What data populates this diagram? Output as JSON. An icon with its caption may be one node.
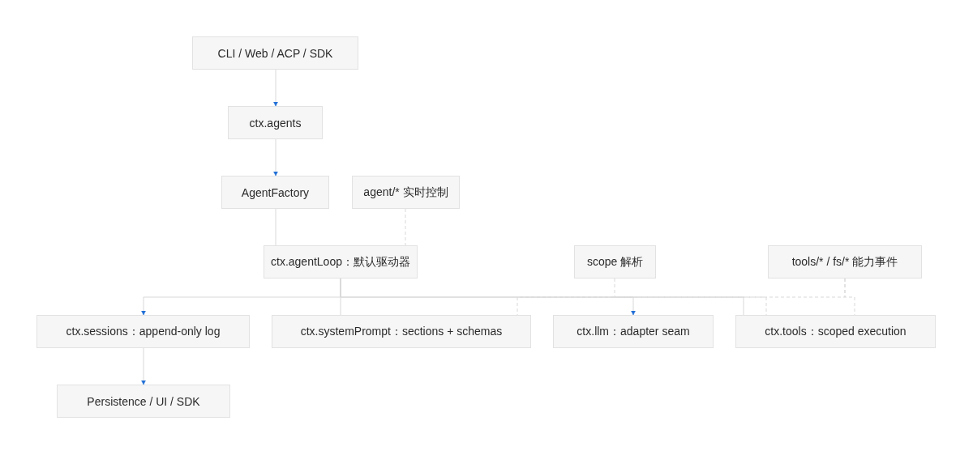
{
  "diagram": {
    "nodes": [
      {
        "text": [
          "CLI / Web / ACP / SDK"
        ]
      },
      {
        "text": [
          "ctx.agents"
        ]
      },
      {
        "text": [
          "AgentFactory"
        ]
      },
      {
        "text": [
          "agent/* 实时控制"
        ]
      },
      {
        "text": [
          "ctx.agentLoop：默认驱动器"
        ]
      },
      {
        "text": [
          "scope 解析"
        ]
      },
      {
        "text": [
          "tools/* / fs/* 能力事件"
        ]
      },
      {
        "text": [
          "ctx.sessions：append-only log"
        ]
      },
      {
        "text": [
          "ctx.systemPrompt：sections + schemas"
        ]
      },
      {
        "text": [
          "ctx.llm：adapter seam"
        ]
      },
      {
        "text": [
          "ctx.tools：scoped execution"
        ]
      },
      {
        "text": [
          "Persistence / UI / SDK"
        ]
      }
    ],
    "edges": [
      {
        "from": 0,
        "to": 1,
        "arrow": "to"
      },
      {
        "from": 1,
        "to": 2,
        "arrow": "to"
      },
      {
        "from": 2,
        "to": 4,
        "arrow": "none"
      },
      {
        "from": 3,
        "to": 4,
        "arrow": "none",
        "style": "dashed"
      },
      {
        "from": 4,
        "to": 7,
        "arrow": "to"
      },
      {
        "from": 4,
        "to": 8,
        "arrow": "none"
      },
      {
        "from": 4,
        "to": 9,
        "arrow": "to"
      },
      {
        "from": 4,
        "to": 10,
        "arrow": "none"
      },
      {
        "from": 5,
        "to": 10,
        "arrow": "none",
        "style": "dashed"
      },
      {
        "from": 6,
        "to": 10,
        "arrow": "none",
        "style": "dashed"
      },
      {
        "from": 6,
        "to": 8,
        "arrow": "none",
        "style": "dashed"
      },
      {
        "from": 7,
        "to": 11,
        "arrow": "to"
      }
    ]
  }
}
